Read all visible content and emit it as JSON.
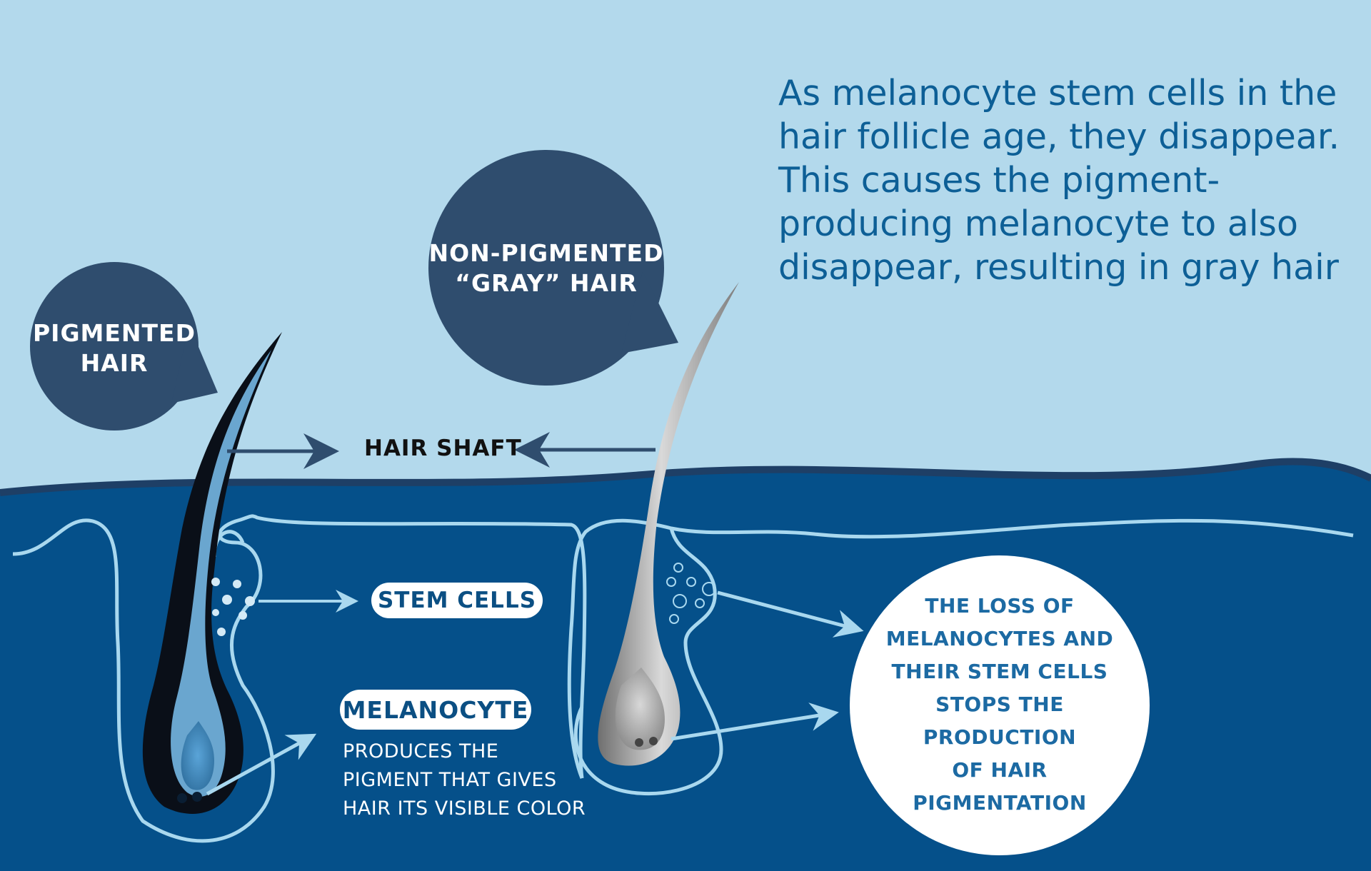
{
  "intro_text": "As melanocyte stem cells in the\nhair follicle age, they disappear.\nThis causes the pigment-\nproducing melanocyte to also\ndisappear, resulting in gray hair",
  "bubbles": {
    "pigmented": "PIGMENTED\nHAIR",
    "non_pigmented": "NON-PIGMENTED\n“GRAY” HAIR"
  },
  "labels": {
    "hair_shaft": "HAIR SHAFT",
    "stem_cells": "STEM CELLS",
    "melanocyte": "MELANOCYTE",
    "melanocyte_desc": "PRODUCES THE\nPIGMENT THAT GIVES\nHAIR ITS VISIBLE COLOR"
  },
  "conclusion": "THE LOSS OF\nMELANOCYTES AND\nTHEIR STEM CELLS\nSTOPS THE\nPRODUCTION\nOF HAIR\nPIGMENTATION",
  "colors": {
    "sky": "#b3d9ec",
    "skin": "#05508a",
    "bubble": "#2f4d6e",
    "outline": "#a9d8ef",
    "intro_text": "#0d5f96",
    "circle_text": "#1c6aa3"
  }
}
